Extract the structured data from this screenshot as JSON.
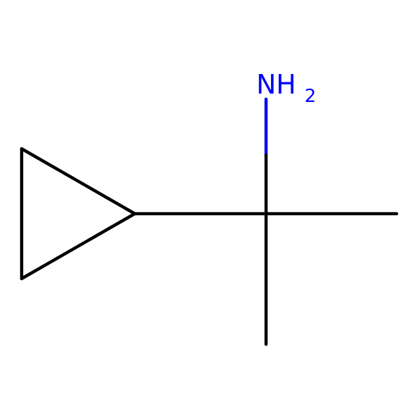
{
  "colors": {
    "background": "#ffffff",
    "carbon_bond": "#000000",
    "nitrogen": "#0000ff"
  },
  "molecule": {
    "atoms": [
      {
        "id": "N1",
        "element": "N",
        "label_main": "NH",
        "label_sub": "2",
        "color": "#0000ff"
      },
      {
        "id": "C1",
        "element": "C"
      },
      {
        "id": "C2",
        "element": "C"
      },
      {
        "id": "C3",
        "element": "C"
      },
      {
        "id": "C4",
        "element": "C"
      },
      {
        "id": "C5",
        "element": "C"
      },
      {
        "id": "C6",
        "element": "C"
      }
    ],
    "bonds": [
      {
        "from": "C1",
        "to": "N1",
        "order": 1
      },
      {
        "from": "C1",
        "to": "C2",
        "order": 1
      },
      {
        "from": "C1",
        "to": "C3",
        "order": 1
      },
      {
        "from": "C1",
        "to": "C4",
        "order": 1
      },
      {
        "from": "C4",
        "to": "C5",
        "order": 1
      },
      {
        "from": "C4",
        "to": "C6",
        "order": 1
      },
      {
        "from": "C5",
        "to": "C6",
        "order": 1
      }
    ]
  }
}
